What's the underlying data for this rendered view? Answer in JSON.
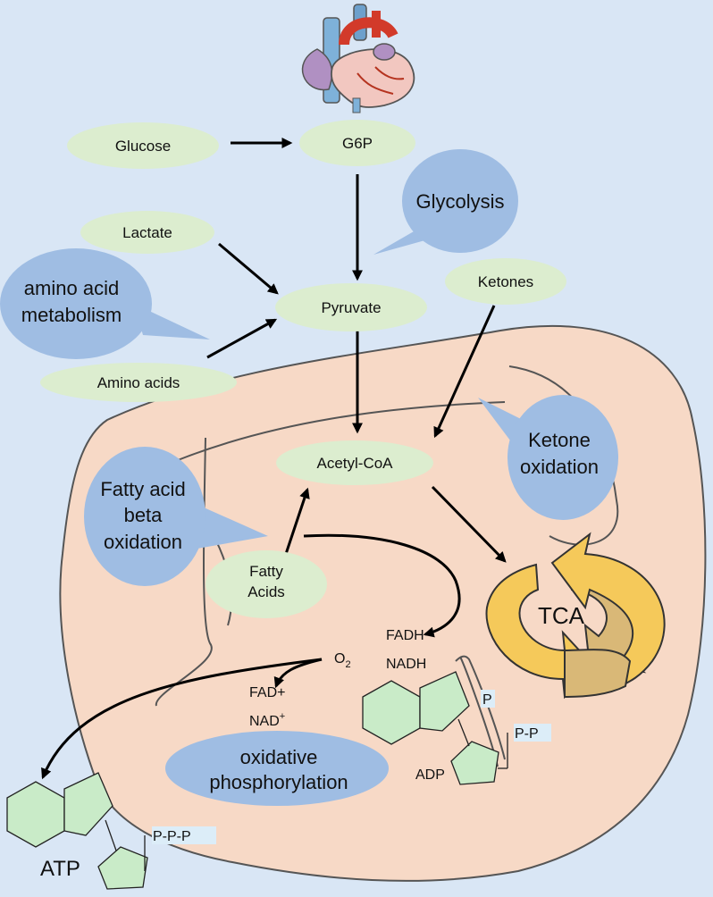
{
  "nodes": {
    "glucose": "Glucose",
    "g6p": "G6P",
    "lactate": "Lactate",
    "pyruvate": "Pyruvate",
    "amino_acids": "Amino acids",
    "ketones": "Ketones",
    "acetyl_coa": "Acetyl-CoA",
    "fatty_acids_line1": "Fatty",
    "fatty_acids_line2": "Acids"
  },
  "callouts": {
    "glycolysis": "Glycolysis",
    "amino_acid_metabolism_line1": "amino acid",
    "amino_acid_metabolism_line2": "metabolism",
    "ketone_oxidation_line1": "Ketone",
    "ketone_oxidation_line2": "oxidation",
    "fatty_acid_line1": "Fatty acid",
    "fatty_acid_line2": "beta",
    "fatty_acid_line3": "oxidation",
    "oxphos_line1": "oxidative",
    "oxphos_line2": "phosphorylation"
  },
  "cycle": {
    "label": "TCA"
  },
  "cofactors": {
    "fadh": "FADH",
    "nadh": "NADH",
    "o2": "O",
    "o2_sub": "2",
    "fad_plus": "FAD+",
    "nad_plus": "NAD",
    "nad_plus_sup": "+"
  },
  "molecules": {
    "atp_label": "ATP",
    "atp_phosphates": "P-P-P",
    "adp_label": "ADP",
    "adp_phosphates": "P-P",
    "p_label": "P"
  },
  "colors": {
    "background": "#d9e6f5",
    "mitochondrion_fill": "#f7d9c6",
    "node_fill": "#dcedcf",
    "callout_fill": "#9fbde3",
    "tca_arrow": "#f5c95a"
  },
  "icons": [
    "heart-illustration-icon",
    "tca-cycle-arrows-icon"
  ]
}
